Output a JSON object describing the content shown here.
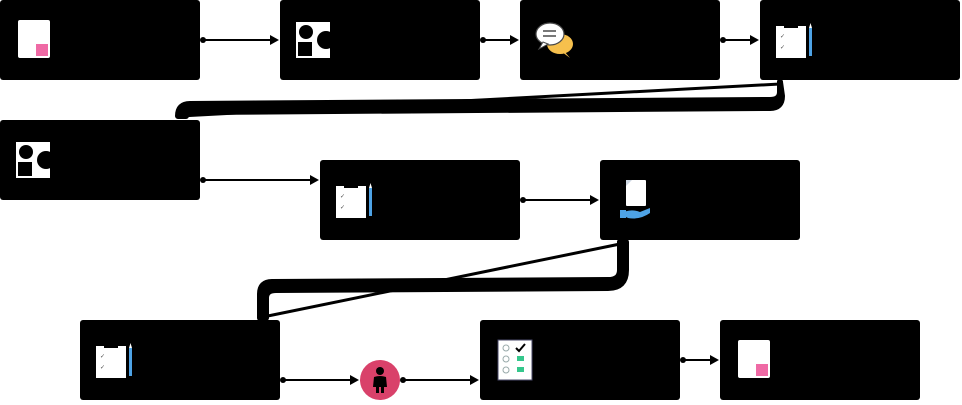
{
  "nodes": [
    {
      "id": "n1",
      "icon": "document-pink-icon",
      "label": ""
    },
    {
      "id": "n2",
      "icon": "shapes-icon",
      "label": ""
    },
    {
      "id": "n3",
      "icon": "chat-bubbles-icon",
      "label": ""
    },
    {
      "id": "n4",
      "icon": "clipboard-pencil-icon",
      "label": ""
    },
    {
      "id": "n5",
      "icon": "shapes-icon",
      "label": ""
    },
    {
      "id": "n6",
      "icon": "clipboard-pencil-icon",
      "label": ""
    },
    {
      "id": "n7",
      "icon": "document-hand-icon",
      "label": ""
    },
    {
      "id": "n8",
      "icon": "clipboard-pencil-icon",
      "label": ""
    },
    {
      "id": "n9",
      "icon": "checklist-icon",
      "label": ""
    },
    {
      "id": "n10",
      "icon": "document-pink-icon",
      "label": ""
    }
  ],
  "person": {
    "icon": "person-icon"
  },
  "colors": {
    "node": "#000000",
    "accent": "#d9416a",
    "pink": "#ef6aa5",
    "blue": "#4ea3e6",
    "yellow": "#f6c04d",
    "green": "#35c78c"
  }
}
